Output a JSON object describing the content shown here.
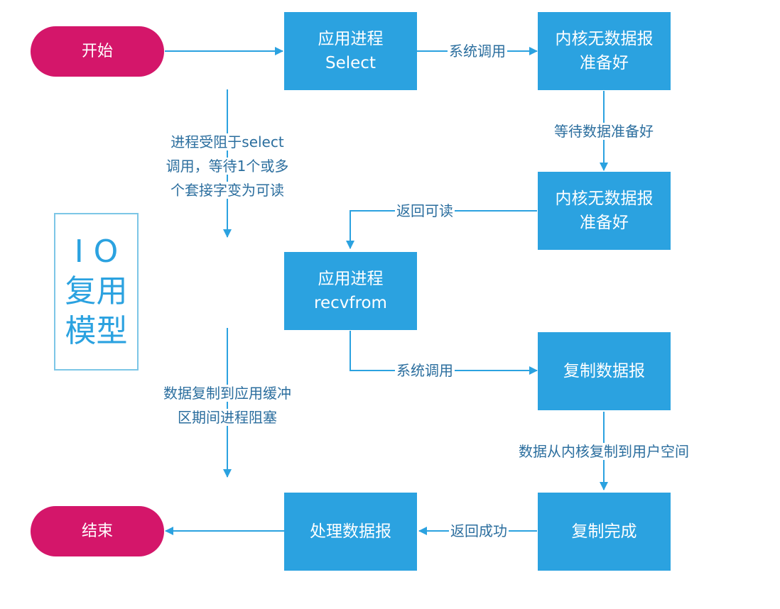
{
  "side_title": {
    "line1": "I O",
    "line2": "复用",
    "line3": "模型"
  },
  "nodes": {
    "start": "开始",
    "end": "结束",
    "select_process": {
      "line1": "应用进程",
      "line2": "Select"
    },
    "kernel_no_data_1": {
      "line1": "内核无数据报",
      "line2": "准备好"
    },
    "kernel_no_data_2": {
      "line1": "内核无数据报",
      "line2": "准备好"
    },
    "recvfrom_process": {
      "line1": "应用进程",
      "line2": "recvfrom"
    },
    "copy_datagram": "复制数据报",
    "copy_done": "复制完成",
    "handle_datagram": "处理数据报"
  },
  "edge_labels": {
    "syscall_1": "系统调用",
    "wait_for_data": "等待数据准备好",
    "return_readable": "返回可读",
    "syscall_2": "系统调用",
    "copy_kernel_to_user": "数据从内核复制到用户空间",
    "return_success": "返回成功"
  },
  "annotations": {
    "select_blocked": {
      "line1": "进程受阻于select",
      "line2": "调用，等待1个或多",
      "line3": "个套接字变为可读"
    },
    "copy_blocked": {
      "line1": "数据复制到应用缓冲",
      "line2": "区期间进程阻塞"
    }
  },
  "colors": {
    "box": "#2ba2e0",
    "terminal": "#d4166a",
    "arrow": "#2ba2e0",
    "text": "#2b6e9e"
  }
}
